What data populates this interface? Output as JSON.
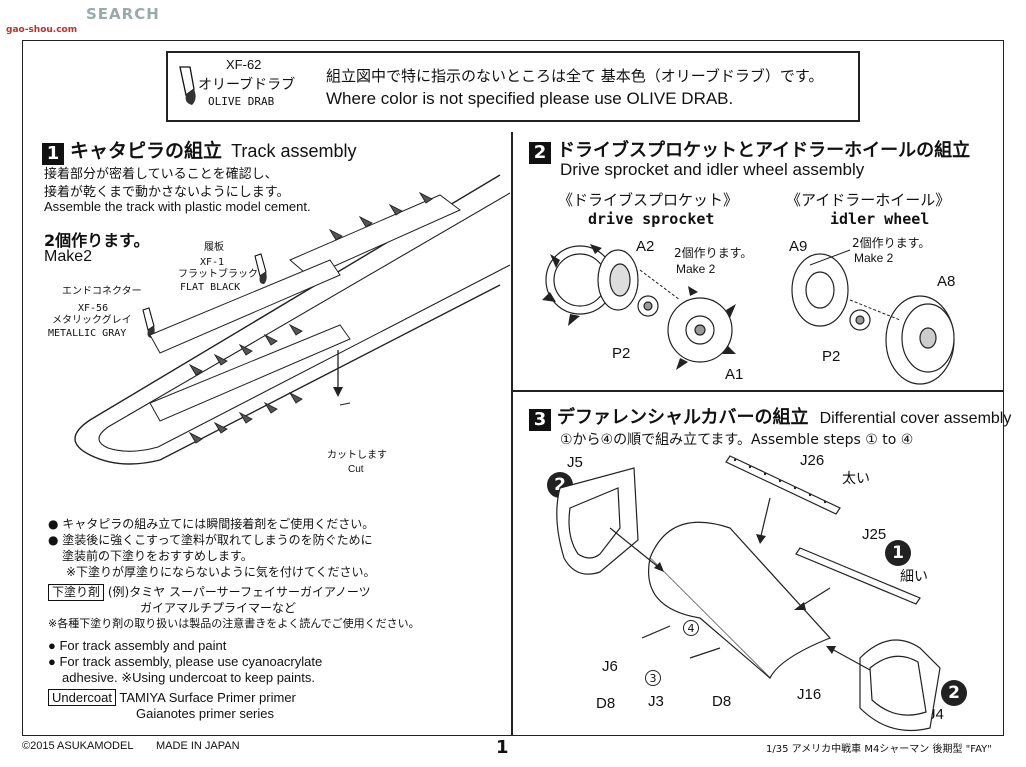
{
  "watermark": {
    "brand_prefix": "",
    "brand": "SEARCH",
    "url": "gao-shou.com"
  },
  "color_note": {
    "paint_code": "XF-62",
    "paint_jp": "オリーブドラブ",
    "paint_en": "OLIVE DRAB",
    "text_jp": "組立図中で特に指示のないところは全て 基本色（オリーブドラブ）です。",
    "text_en": "Where color is not specified please use OLIVE DRAB."
  },
  "step1": {
    "num": "1",
    "title_jp": "キャタピラの組立",
    "title_en": "Track assembly",
    "instr_jp1": "接着部分が密着していることを確認し、",
    "instr_jp2": "接着が乾くまで動かさないようにします。",
    "instr_en": "Assemble the track with plastic model cement.",
    "make_jp": "2個作ります。",
    "make_en": "Make2",
    "shoe_label": "履板",
    "shoe_code": "XF-1",
    "shoe_jp": "フラットブラック",
    "shoe_en": "FLAT BLACK",
    "conn_label": "エンドコネクター",
    "conn_code": "XF-56",
    "conn_jp": "メタリックグレイ",
    "conn_en": "METALLIC GRAY",
    "cut_jp": "カットします",
    "cut_en": "Cut",
    "notes_jp": [
      "● キャタピラの組み立てには瞬間接着剤をご使用ください。",
      "● 塗装後に強くこすって塗料が取れてしまうのを防ぐために",
      "塗装前の下塗りをおすすめします。",
      "※下塗りが厚塗りにならないように気を付けてください。"
    ],
    "primer_label_jp": "下塗り剤",
    "primer_ex_jp1": "(例)タミヤ スーパーサーフェイサーガイアノーツ",
    "primer_ex_jp2": "ガイアマルチプライマーなど",
    "primer_caution_jp": "※各種下塗り剤の取り扱いは製品の注意書きをよく読んでご使用ください。",
    "notes_en": [
      "● For track assembly and paint",
      "● For track assembly, please use cyanoacrylate",
      "adhesive. ※Using undercoat to keep paints."
    ],
    "undercoat_label": "Undercoat",
    "undercoat_1": "TAMIYA Surface Primer primer",
    "undercoat_2": "Gaianotes primer series"
  },
  "step2": {
    "num": "2",
    "title_jp": "ドライブスプロケットとアイドラーホイールの組立",
    "title_en": "Drive sprocket and idler wheel assembly",
    "sprocket_jp": "《ドライブスプロケット》",
    "sprocket_en": "drive sprocket",
    "idler_jp": "《アイドラーホイール》",
    "idler_en": "idler wheel",
    "make_jp": "2個作ります。",
    "make_en": "Make 2",
    "parts": {
      "a2": "A2",
      "p2a": "P2",
      "a1": "A1",
      "a9": "A9",
      "a8": "A8",
      "p2b": "P2"
    }
  },
  "step3": {
    "num": "3",
    "title_jp": "デファレンシャルカバーの組立",
    "title_en": "Differential cover assembly",
    "steps_text": "①から④の順で組み立てます。Assemble steps ① to ④",
    "thick": "太い",
    "thin": "細い",
    "order": {
      "one": "1",
      "two_a": "2",
      "two_b": "2",
      "three": "3",
      "four": "4"
    },
    "parts": {
      "j5": "J5",
      "j26": "J26",
      "j25": "J25",
      "j6": "J6",
      "d8a": "D8",
      "j3": "J3",
      "d8b": "D8",
      "j16": "J16",
      "j4": "J4"
    }
  },
  "footer": {
    "copyright": "©2015 ASUKAMODEL",
    "made_in": "MADE IN JAPAN",
    "page": "1",
    "product": "1/35 アメリカ中戦車 M4シャーマン 後期型 \"FAY\""
  }
}
